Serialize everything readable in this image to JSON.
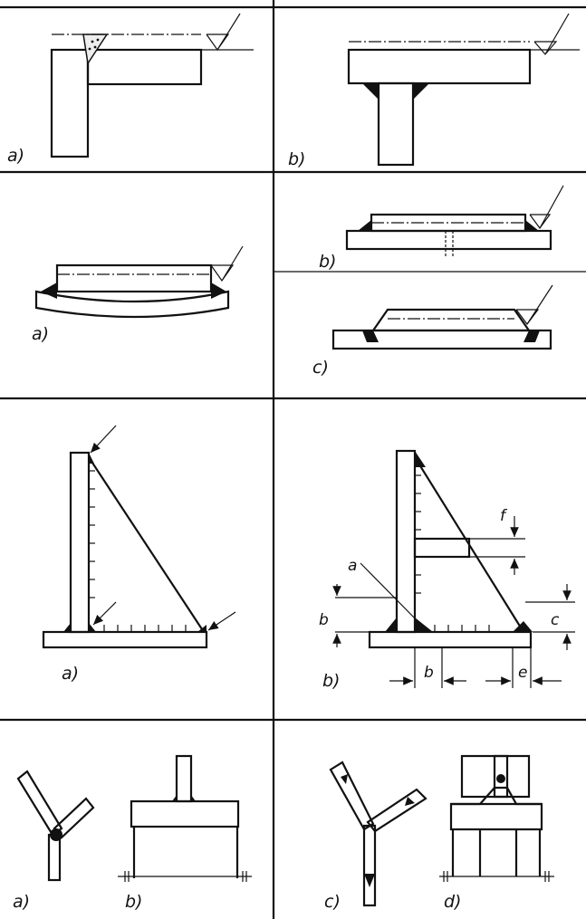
{
  "labels": {
    "p1a": "a)",
    "p1b": "b)",
    "p2a": "a)",
    "p2b": "b)",
    "p2c": "c)",
    "p3a": "a)",
    "p3b": "b)",
    "p4a": "a)",
    "p4b": "b)",
    "p4c": "c)",
    "p4d": "d)"
  },
  "dimensions": {
    "a": "a",
    "b_vertical": "b",
    "b_horizontal": "b",
    "c": "c",
    "e": "e",
    "f": "f"
  }
}
